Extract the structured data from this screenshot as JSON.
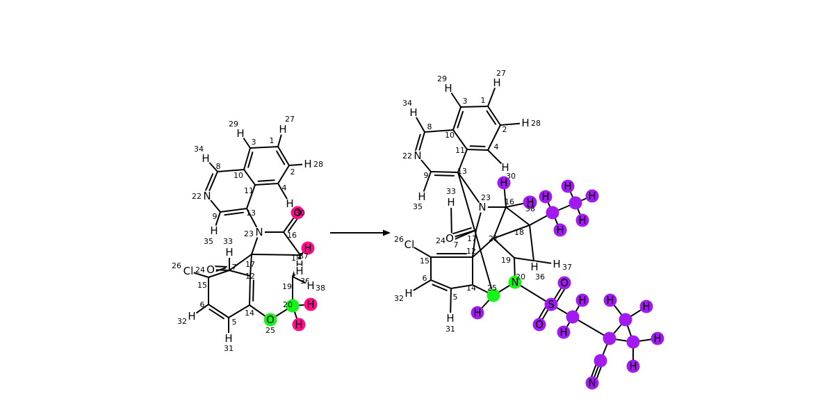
{
  "colors": {
    "bond": "#000000",
    "background": "#ffffff",
    "highlight_pink": "#ff0c8c",
    "highlight_green": "#16f516",
    "highlight_purple": "#a11bf0"
  },
  "reactant": {
    "atoms": [
      {
        "label": "",
        "index": "1"
      },
      {
        "label": "",
        "index": "2"
      },
      {
        "label": "",
        "index": "3"
      },
      {
        "label": "",
        "index": "4"
      },
      {
        "label": "",
        "index": "5"
      },
      {
        "label": "",
        "index": "6"
      },
      {
        "label": "",
        "index": "7"
      },
      {
        "label": "",
        "index": "8"
      },
      {
        "label": "",
        "index": "9"
      },
      {
        "label": "",
        "index": "10"
      },
      {
        "label": "",
        "index": "11"
      },
      {
        "label": "",
        "index": "12"
      },
      {
        "label": "",
        "index": "13"
      },
      {
        "label": "",
        "index": "14"
      },
      {
        "label": "",
        "index": "15"
      },
      {
        "label": "",
        "index": "16"
      },
      {
        "label": "",
        "index": "17"
      },
      {
        "label": "",
        "index": "18"
      },
      {
        "label": "",
        "index": "19"
      },
      {
        "label": "",
        "index": "20",
        "highlight": "green"
      },
      {
        "label": "N",
        "index": "22"
      },
      {
        "label": "N",
        "index": "23"
      },
      {
        "label": "Cl",
        "index": "26"
      },
      {
        "label": "O",
        "index": "24"
      },
      {
        "label": "O",
        "index": "25",
        "highlight": "green"
      },
      {
        "label": "O",
        "index": "30",
        "highlight": "pink"
      },
      {
        "label": "H",
        "index": "27"
      },
      {
        "label": "H",
        "index": "28"
      },
      {
        "label": "H",
        "index": "29"
      },
      {
        "label": "H",
        "index": "34"
      },
      {
        "label": "H",
        "index": "35"
      },
      {
        "label": "H",
        "index": "33"
      },
      {
        "label": "H",
        "index": "32"
      },
      {
        "label": "H",
        "index": "31"
      },
      {
        "label": "H",
        "index": ""
      },
      {
        "label": "H",
        "index": "37",
        "highlight": "pink"
      },
      {
        "label": "H",
        "index": ""
      },
      {
        "label": "H",
        "index": "36"
      },
      {
        "label": "H",
        "index": "38"
      },
      {
        "label": "H",
        "index": "",
        "highlight": "pink"
      },
      {
        "label": "H",
        "index": "",
        "highlight": "pink"
      }
    ]
  },
  "product": {
    "atoms": [
      {
        "label": "",
        "index": "1"
      },
      {
        "label": "",
        "index": "2"
      },
      {
        "label": "",
        "index": "3"
      },
      {
        "label": "",
        "index": "4"
      },
      {
        "label": "",
        "index": "5"
      },
      {
        "label": "",
        "index": "6"
      },
      {
        "label": "",
        "index": "7"
      },
      {
        "label": "",
        "index": "8"
      },
      {
        "label": "",
        "index": "9"
      },
      {
        "label": "",
        "index": "10"
      },
      {
        "label": "",
        "index": "11"
      },
      {
        "label": "",
        "index": "12"
      },
      {
        "label": "",
        "index": "13"
      },
      {
        "label": "",
        "index": "14"
      },
      {
        "label": "",
        "index": "15"
      },
      {
        "label": "",
        "index": "16"
      },
      {
        "label": "",
        "index": "17"
      },
      {
        "label": "",
        "index": "18"
      },
      {
        "label": "",
        "index": "19"
      },
      {
        "label": "",
        "index": "21"
      },
      {
        "label": "N",
        "index": "22"
      },
      {
        "label": "N",
        "index": "23"
      },
      {
        "label": "N",
        "index": "20",
        "highlight": "green"
      },
      {
        "label": "",
        "index": "25",
        "highlight": "green"
      },
      {
        "label": "Cl",
        "index": "26"
      },
      {
        "label": "O",
        "index": "24"
      },
      {
        "label": "H",
        "index": "27"
      },
      {
        "label": "H",
        "index": "28"
      },
      {
        "label": "H",
        "index": "29"
      },
      {
        "label": "H",
        "index": "34"
      },
      {
        "label": "H",
        "index": "30"
      },
      {
        "label": "H",
        "index": "35"
      },
      {
        "label": "H",
        "index": "33"
      },
      {
        "label": "H",
        "index": "32"
      },
      {
        "label": "H",
        "index": "31"
      },
      {
        "label": "H",
        "index": "37"
      },
      {
        "label": "H",
        "index": "36"
      },
      {
        "label": "H",
        "index": "",
        "highlight": "purple"
      },
      {
        "label": "H",
        "index": "",
        "highlight": "purple"
      },
      {
        "label": "H",
        "index": "",
        "highlight": "purple"
      },
      {
        "label": "H",
        "index": "",
        "highlight": "purple"
      },
      {
        "label": "",
        "index": "",
        "highlight": "purple"
      },
      {
        "label": "H",
        "index": "38",
        "highlight": "purple"
      },
      {
        "label": "H",
        "index": "",
        "highlight": "purple"
      },
      {
        "label": "H",
        "index": "",
        "highlight": "purple"
      },
      {
        "label": "",
        "index": "",
        "highlight": "purple"
      },
      {
        "label": "H",
        "index": "",
        "highlight": "purple"
      },
      {
        "label": "H",
        "index": "",
        "highlight": "purple"
      },
      {
        "label": "S",
        "index": "",
        "highlight": "purple"
      },
      {
        "label": "O",
        "index": "",
        "highlight": "purple"
      },
      {
        "label": "O",
        "index": "",
        "highlight": "purple"
      },
      {
        "label": "",
        "index": "",
        "highlight": "purple"
      },
      {
        "label": "H",
        "index": "",
        "highlight": "purple"
      },
      {
        "label": "H",
        "index": "",
        "highlight": "purple"
      },
      {
        "label": "",
        "index": "",
        "highlight": "purple"
      },
      {
        "label": "",
        "index": "",
        "highlight": "purple"
      },
      {
        "label": "H",
        "index": "",
        "highlight": "purple"
      },
      {
        "label": "H",
        "index": "",
        "highlight": "purple"
      },
      {
        "label": "",
        "index": "",
        "highlight": "purple"
      },
      {
        "label": "H",
        "index": "",
        "highlight": "purple"
      },
      {
        "label": "H",
        "index": "",
        "highlight": "purple"
      },
      {
        "label": "",
        "index": "",
        "highlight": "purple"
      },
      {
        "label": "N",
        "index": "",
        "highlight": "purple"
      }
    ]
  }
}
